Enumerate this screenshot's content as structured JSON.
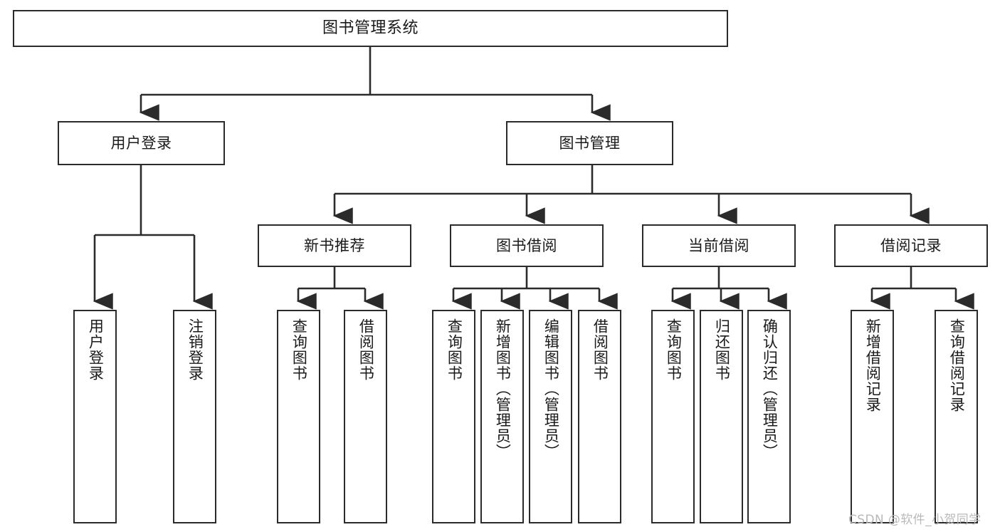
{
  "diagram": {
    "title": "图书管理系统",
    "type": "功能结构图",
    "watermark": "CSDN @软件_小贺同学",
    "colors": {
      "box_border": "#2b2b2b",
      "box_fill": "#ffffff",
      "line": "#2b2b2b",
      "text": "#1a1a1a",
      "watermark": "#b9b9b9",
      "background": "#ffffff"
    }
  },
  "nodes": {
    "root": {
      "label": "图书管理系统"
    },
    "level1": [
      {
        "id": "user-login",
        "label": "用户登录"
      },
      {
        "id": "book-manage",
        "label": "图书管理"
      }
    ],
    "level2": [
      {
        "id": "new-book-recommend",
        "label": "新书推荐"
      },
      {
        "id": "book-borrow",
        "label": "图书借阅"
      },
      {
        "id": "current-borrow",
        "label": "当前借阅"
      },
      {
        "id": "borrow-record",
        "label": "借阅记录"
      }
    ],
    "leaves": {
      "user_login": [
        {
          "id": "leaf-user-login",
          "label": "用户登录"
        },
        {
          "id": "leaf-logout",
          "label": "注销登录"
        }
      ],
      "new_book_recommend": [
        {
          "id": "leaf-query-book-1",
          "label": "查询图书"
        },
        {
          "id": "leaf-borrow-book-1",
          "label": "借阅图书"
        }
      ],
      "book_borrow": [
        {
          "id": "leaf-query-book-2",
          "label": "查询图书"
        },
        {
          "id": "leaf-add-book",
          "label": "新增图书（管理员）"
        },
        {
          "id": "leaf-edit-book",
          "label": "编辑图书（管理员）"
        },
        {
          "id": "leaf-borrow-book-2",
          "label": "借阅图书"
        }
      ],
      "current_borrow": [
        {
          "id": "leaf-query-book-3",
          "label": "查询图书"
        },
        {
          "id": "leaf-return-book",
          "label": "归还图书"
        },
        {
          "id": "leaf-confirm-return",
          "label": "确认归还（管理员）"
        }
      ],
      "borrow_record": [
        {
          "id": "leaf-add-record",
          "label": "新增借阅记录"
        },
        {
          "id": "leaf-query-record",
          "label": "查询借阅记录"
        }
      ]
    }
  }
}
